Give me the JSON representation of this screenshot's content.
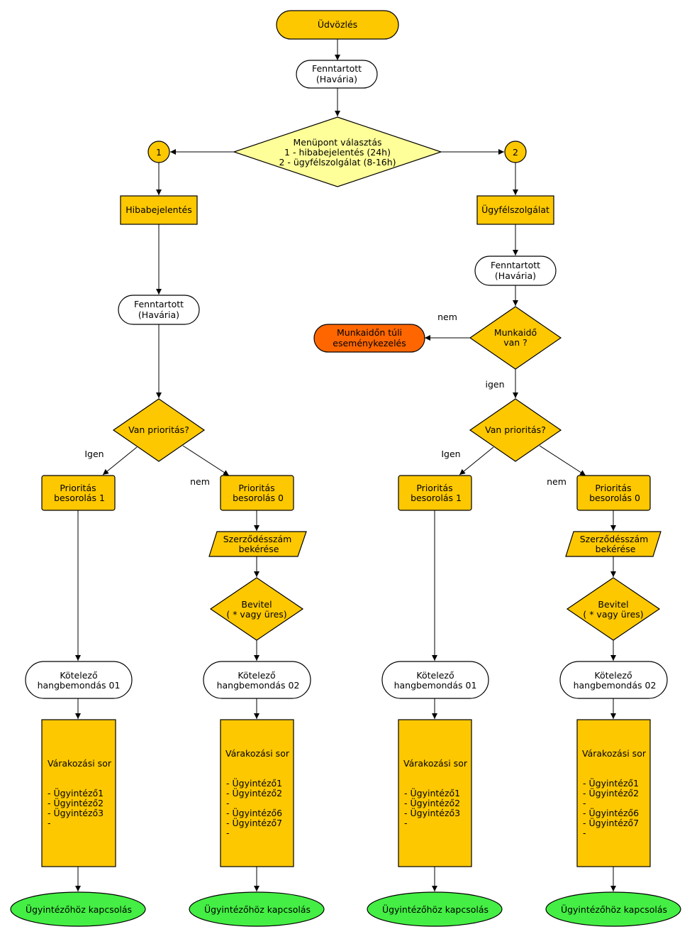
{
  "colors": {
    "yellow": "#fdc800",
    "light_yellow": "#ffff99",
    "white": "#ffffff",
    "orange": "#ff6600",
    "green": "#44ee44"
  },
  "nodes": {
    "welcome": "Üdvözlés",
    "reserved_top": [
      "Fenntartott",
      "(Havária)"
    ],
    "menu_choice": [
      "Menüpont választás",
      "1 - hibabejelentés (24h)",
      "2 - ügyfélszolgálat (8-16h)"
    ],
    "connector_1": "1",
    "connector_2": "2",
    "fault_report": "Hibabejelentés",
    "customer_service": "Ügyfélszolgálat",
    "reserved_left": [
      "Fenntartott",
      "(Havária)"
    ],
    "reserved_right": [
      "Fenntartott",
      "(Havária)"
    ],
    "working_hours": [
      "Munkaidő",
      "van ?"
    ],
    "after_hours": [
      "Munkaidőn túli",
      "eseménykezelés"
    ],
    "priority_left": "Van prioritás?",
    "priority_right": "Van prioritás?",
    "prio1_left": [
      "Prioritás",
      "besorolás 1"
    ],
    "prio0_left": [
      "Prioritás",
      "besorolás 0"
    ],
    "prio1_right": [
      "Prioritás",
      "besorolás 1"
    ],
    "prio0_right": [
      "Prioritás",
      "besorolás 0"
    ],
    "contract_left": [
      "Szerződésszám",
      "bekérése"
    ],
    "contract_right": [
      "Szerződésszám",
      "bekérése"
    ],
    "input_left": [
      "Bevitel",
      "( * vagy üres)"
    ],
    "input_right": [
      "Bevitel",
      "( * vagy üres)"
    ],
    "announce1_a": [
      "Kötelező",
      "hangbemondás 01"
    ],
    "announce2_a": [
      "Kötelező",
      "hangbemondás 02"
    ],
    "announce1_b": [
      "Kötelező",
      "hangbemondás 01"
    ],
    "announce2_b": [
      "Kötelező",
      "hangbemondás 02"
    ],
    "queue1_a": {
      "title": "Várakozási sor",
      "items": [
        "- Ügyintéző1",
        "- Ügyintéző2",
        "- Ügyintéző3",
        "-"
      ]
    },
    "queue2_a": {
      "title": "Várakozási sor",
      "items": [
        "- Ügyintéző1",
        "- Ügyintéző2",
        "-",
        "- Ügyintéző6",
        "- Ügyintéző7",
        "-"
      ]
    },
    "queue1_b": {
      "title": "Várakozási sor",
      "items": [
        "- Ügyintéző1",
        "- Ügyintéző2",
        "- Ügyintéző3",
        "-"
      ]
    },
    "queue2_b": {
      "title": "Várakozási sor",
      "items": [
        "- Ügyintéző1",
        "- Ügyintéző2",
        "-",
        "- Ügyintéző6",
        "- Ügyintéző7",
        "-"
      ]
    },
    "connect_a": "Ügyintézőhöz kapcsolás",
    "connect_b": "Ügyintézőhöz kapcsolás",
    "connect_c": "Ügyintézőhöz kapcsolás",
    "connect_d": "Ügyintézőhöz kapcsolás"
  },
  "edge_labels": {
    "yes_left": "Igen",
    "no_left": "nem",
    "yes_right": "Igen",
    "no_right": "nem",
    "no_hours": "nem",
    "yes_hours": "igen"
  }
}
